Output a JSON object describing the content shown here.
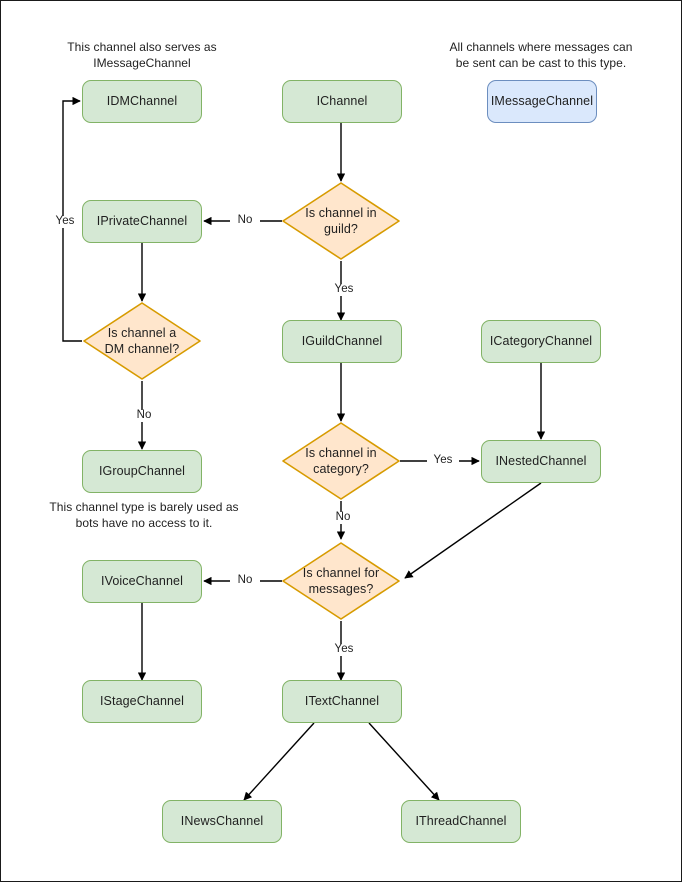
{
  "diagram": {
    "title": "Discord channel interface hierarchy flowchart",
    "colors": {
      "green_fill": "#d5e8d4",
      "green_stroke": "#82b366",
      "blue_fill": "#dae8fc",
      "blue_stroke": "#6c8ebf",
      "orange_fill": "#ffe6cc",
      "orange_stroke": "#d79b00",
      "edge_stroke": "#000000",
      "text": "#1f1f1f",
      "page_border": "#1a1a1a",
      "background": "#ffffff"
    },
    "nodes": [
      {
        "id": "idm",
        "label": "IDMChannel",
        "type": "process",
        "style": "green"
      },
      {
        "id": "ichannel",
        "label": "IChannel",
        "type": "process",
        "style": "green"
      },
      {
        "id": "imessage",
        "label": "IMessageChannel",
        "type": "process",
        "style": "blue"
      },
      {
        "id": "iprivate",
        "label": "IPrivateChannel",
        "type": "process",
        "style": "green"
      },
      {
        "id": "igroup",
        "label": "IGroupChannel",
        "type": "process",
        "style": "green"
      },
      {
        "id": "iguild",
        "label": "IGuildChannel",
        "type": "process",
        "style": "green"
      },
      {
        "id": "icategory",
        "label": "ICategoryChannel",
        "type": "process",
        "style": "green"
      },
      {
        "id": "inested",
        "label": "INestedChannel",
        "type": "process",
        "style": "green"
      },
      {
        "id": "ivoice",
        "label": "IVoiceChannel",
        "type": "process",
        "style": "green"
      },
      {
        "id": "istage",
        "label": "IStageChannel",
        "type": "process",
        "style": "green"
      },
      {
        "id": "itext",
        "label": "ITextChannel",
        "type": "process",
        "style": "green"
      },
      {
        "id": "inews",
        "label": "INewsChannel",
        "type": "process",
        "style": "green"
      },
      {
        "id": "ithread",
        "label": "IThreadChannel",
        "type": "process",
        "style": "green"
      }
    ],
    "decisions": [
      {
        "id": "d_guild",
        "line1": "Is channel in",
        "line2": "guild?"
      },
      {
        "id": "d_dm",
        "line1": "Is channel a",
        "line2": "DM channel?"
      },
      {
        "id": "d_category",
        "line1": "Is channel in",
        "line2": "category?"
      },
      {
        "id": "d_messages",
        "line1": "Is channel for",
        "line2": "messages?"
      }
    ],
    "notes": [
      {
        "id": "note_dm",
        "line1": "This channel also serves as",
        "line2": "IMessageChannel"
      },
      {
        "id": "note_msg",
        "line1": "All channels where messages can",
        "line2": "be sent can be cast to this type."
      },
      {
        "id": "note_group",
        "line1": "This channel type is barely used as",
        "line2": "bots have no access to it."
      }
    ],
    "edge_labels": [
      {
        "id": "lbl_guild_no",
        "text": "No"
      },
      {
        "id": "lbl_guild_yes",
        "text": "Yes"
      },
      {
        "id": "lbl_dm_yes",
        "text": "Yes"
      },
      {
        "id": "lbl_dm_no",
        "text": "No"
      },
      {
        "id": "lbl_category_yes",
        "text": "Yes"
      },
      {
        "id": "lbl_category_no",
        "text": "No"
      },
      {
        "id": "lbl_messages_no",
        "text": "No"
      },
      {
        "id": "lbl_messages_yes",
        "text": "Yes"
      }
    ]
  }
}
